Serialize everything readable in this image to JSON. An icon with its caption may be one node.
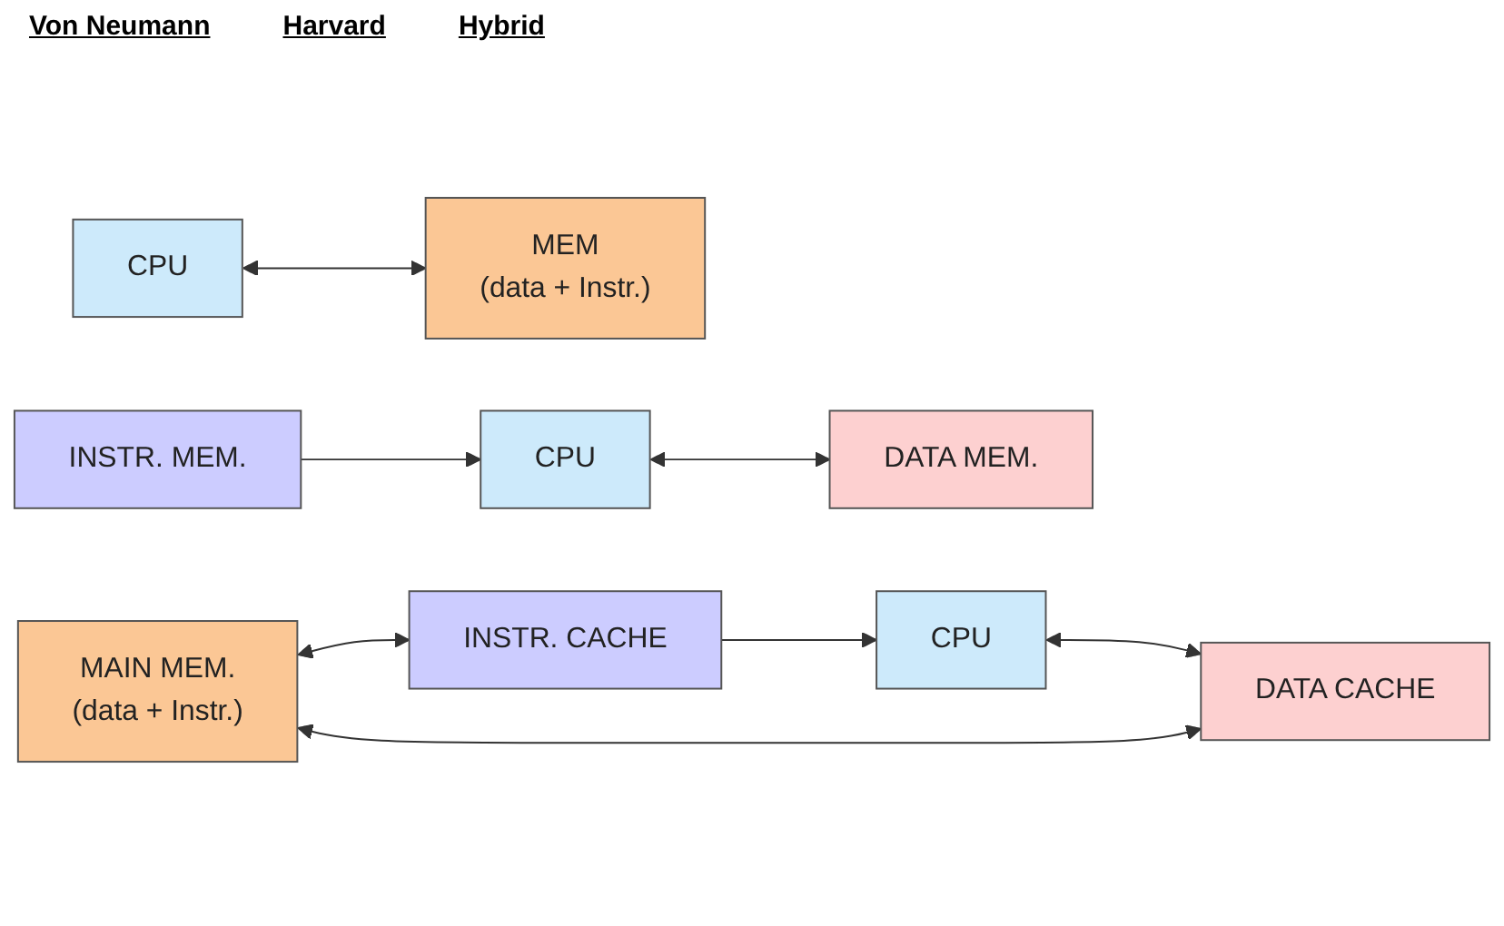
{
  "diagram": {
    "nodes": [
      {
        "text": [
          "CPU"
        ]
      },
      {
        "text": [
          "MEM",
          "(data + Instr.)"
        ]
      },
      {
        "text": [
          "INSTR. MEM."
        ]
      },
      {
        "text": [
          "CPU"
        ]
      },
      {
        "text": [
          "DATA MEM."
        ]
      },
      {
        "text": [
          "INSTR. CACHE"
        ]
      },
      {
        "text": [
          "CPU"
        ]
      },
      {
        "text": [
          "DATA CACHE"
        ]
      },
      {
        "text": [
          "MAIN MEM.",
          "(data + Instr.)"
        ]
      }
    ],
    "edges": [
      {
        "from": 0,
        "to": 1,
        "arrow": "both"
      },
      {
        "from": 2,
        "to": 3,
        "arrow": "to"
      },
      {
        "from": 3,
        "to": 4,
        "arrow": "both"
      },
      {
        "from": 5,
        "to": 6,
        "arrow": "to"
      },
      {
        "from": 6,
        "to": 7,
        "arrow": "both"
      },
      {
        "from": 8,
        "to": 5,
        "arrow": "both"
      },
      {
        "from": 8,
        "to": 7,
        "arrow": "both"
      }
    ],
    "labels": [
      "Von Neumann",
      "Harvard",
      "Hybrid"
    ]
  }
}
